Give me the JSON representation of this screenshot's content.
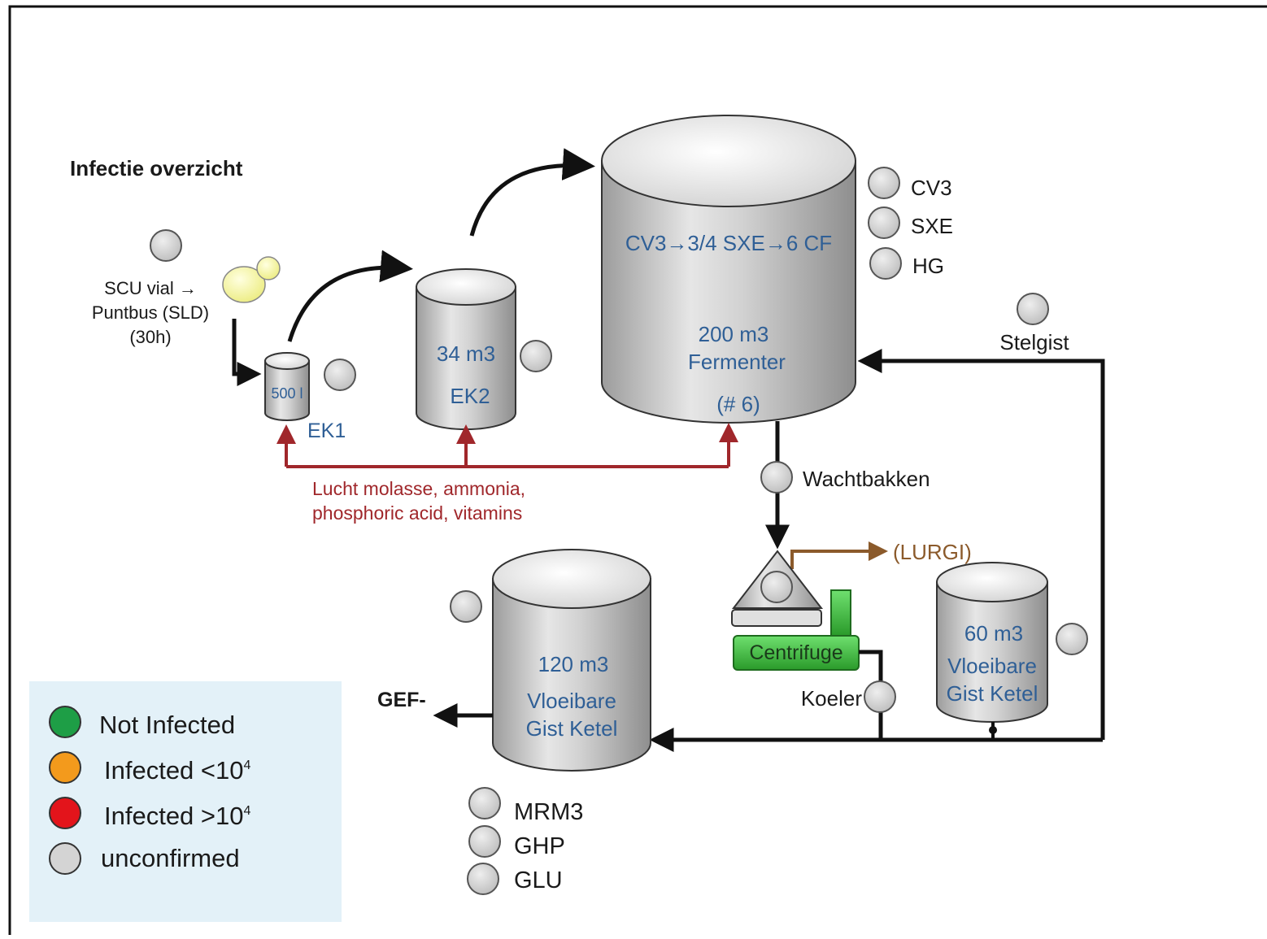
{
  "title": "Infectie  overzicht",
  "source": {
    "line1": "SCU vial →",
    "line2": "Puntbus (SLD)",
    "line3": "(30h)"
  },
  "tanks": {
    "ek1": {
      "volume": "500 l",
      "name": "EK1"
    },
    "ek2": {
      "volume": "34 m3",
      "name": "EK2"
    },
    "fermenter": {
      "program": "CV3→3/4 SXE→6 CF",
      "volume": "200 m3",
      "name": "Fermenter",
      "number": "(# 6)",
      "samples": [
        "CV3",
        "SXE",
        "HG"
      ]
    },
    "storage_60": {
      "volume": "60 m3",
      "line1": "Vloeibare",
      "line2": "Gist Ketel"
    },
    "storage_120": {
      "volume": "120 m3",
      "line1": "Vloeibare",
      "line2": "Gist Ketel",
      "samples": [
        "MRM3",
        "GHP",
        "GLU"
      ]
    }
  },
  "feed": {
    "line1": "Lucht  molasse, ammonia,",
    "line2": "phosphoric acid, vitamins"
  },
  "labels": {
    "stelgist": "Stelgist",
    "wachtbakken": "Wachtbakken",
    "lurgi": "(LURGI)",
    "centrifuge": "Centrifuge",
    "koeler": "Koeler",
    "output": "GEF-"
  },
  "legend": {
    "items": [
      {
        "label": "Not Infected",
        "color": "#1e9e46"
      },
      {
        "label": "Infected <10",
        "exp": "4",
        "color": "#f39a1c"
      },
      {
        "label": "Infected >10",
        "exp": "4",
        "color": "#e3141b"
      },
      {
        "label": "unconfirmed",
        "color": "#d4d4d4"
      }
    ]
  },
  "colors": {
    "tank_label": "#2f5f96",
    "feed_line": "#a0272b",
    "lurgi_line": "#8b5a2b",
    "centrifuge": "#3fbf3f",
    "legend_bg": "#e3f1f8",
    "status_unconfirmed": "#d4d4d4"
  }
}
